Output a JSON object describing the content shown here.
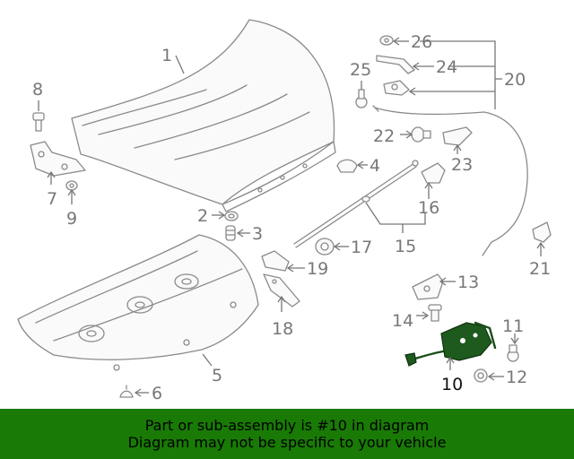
{
  "labels": {
    "l1": "1",
    "l2": "2",
    "l3": "3",
    "l4": "4",
    "l5": "5",
    "l6": "6",
    "l7": "7",
    "l8": "8",
    "l9": "9",
    "l10": "10",
    "l11": "11",
    "l12": "12",
    "l13": "13",
    "l14": "14",
    "l15": "15",
    "l16": "16",
    "l17": "17",
    "l18": "18",
    "l19": "19",
    "l20": "20",
    "l21": "21",
    "l22": "22",
    "l23": "23",
    "l24": "24",
    "l25": "25",
    "l26": "26"
  },
  "highlight": {
    "part_number": "10",
    "color": "#1e5a1e"
  },
  "footer": {
    "line1": "Part or sub-assembly is #10 in diagram",
    "line2": "Diagram may not be specific to your vehicle",
    "background": "#197a06"
  }
}
